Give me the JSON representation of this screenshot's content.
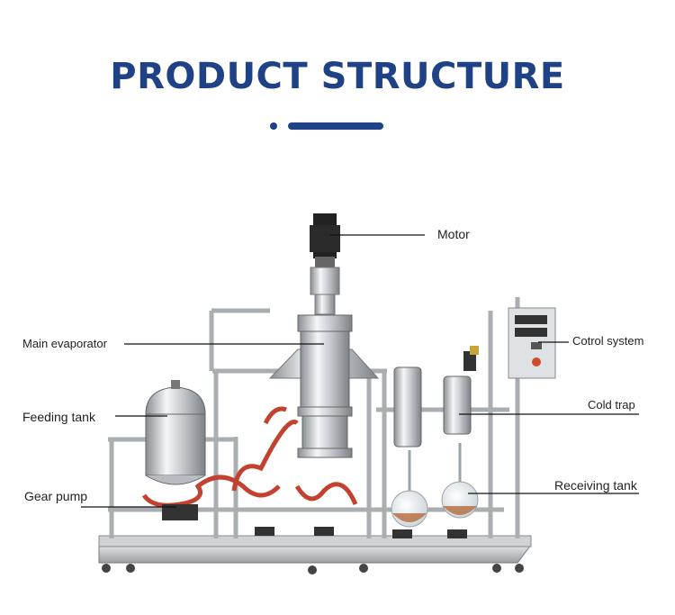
{
  "header": {
    "title": "PRODUCT STRUCTURE",
    "accent_color": "#1f4286"
  },
  "labels": {
    "motor": "Motor",
    "main_evaporator": "Main evaporator",
    "control_system": "Cotrol system",
    "feeding_tank": "Feeding tank",
    "cold_trap": "Cold trap",
    "gear_pump": "Gear pump",
    "receiving_tank": "Receiving tank"
  }
}
